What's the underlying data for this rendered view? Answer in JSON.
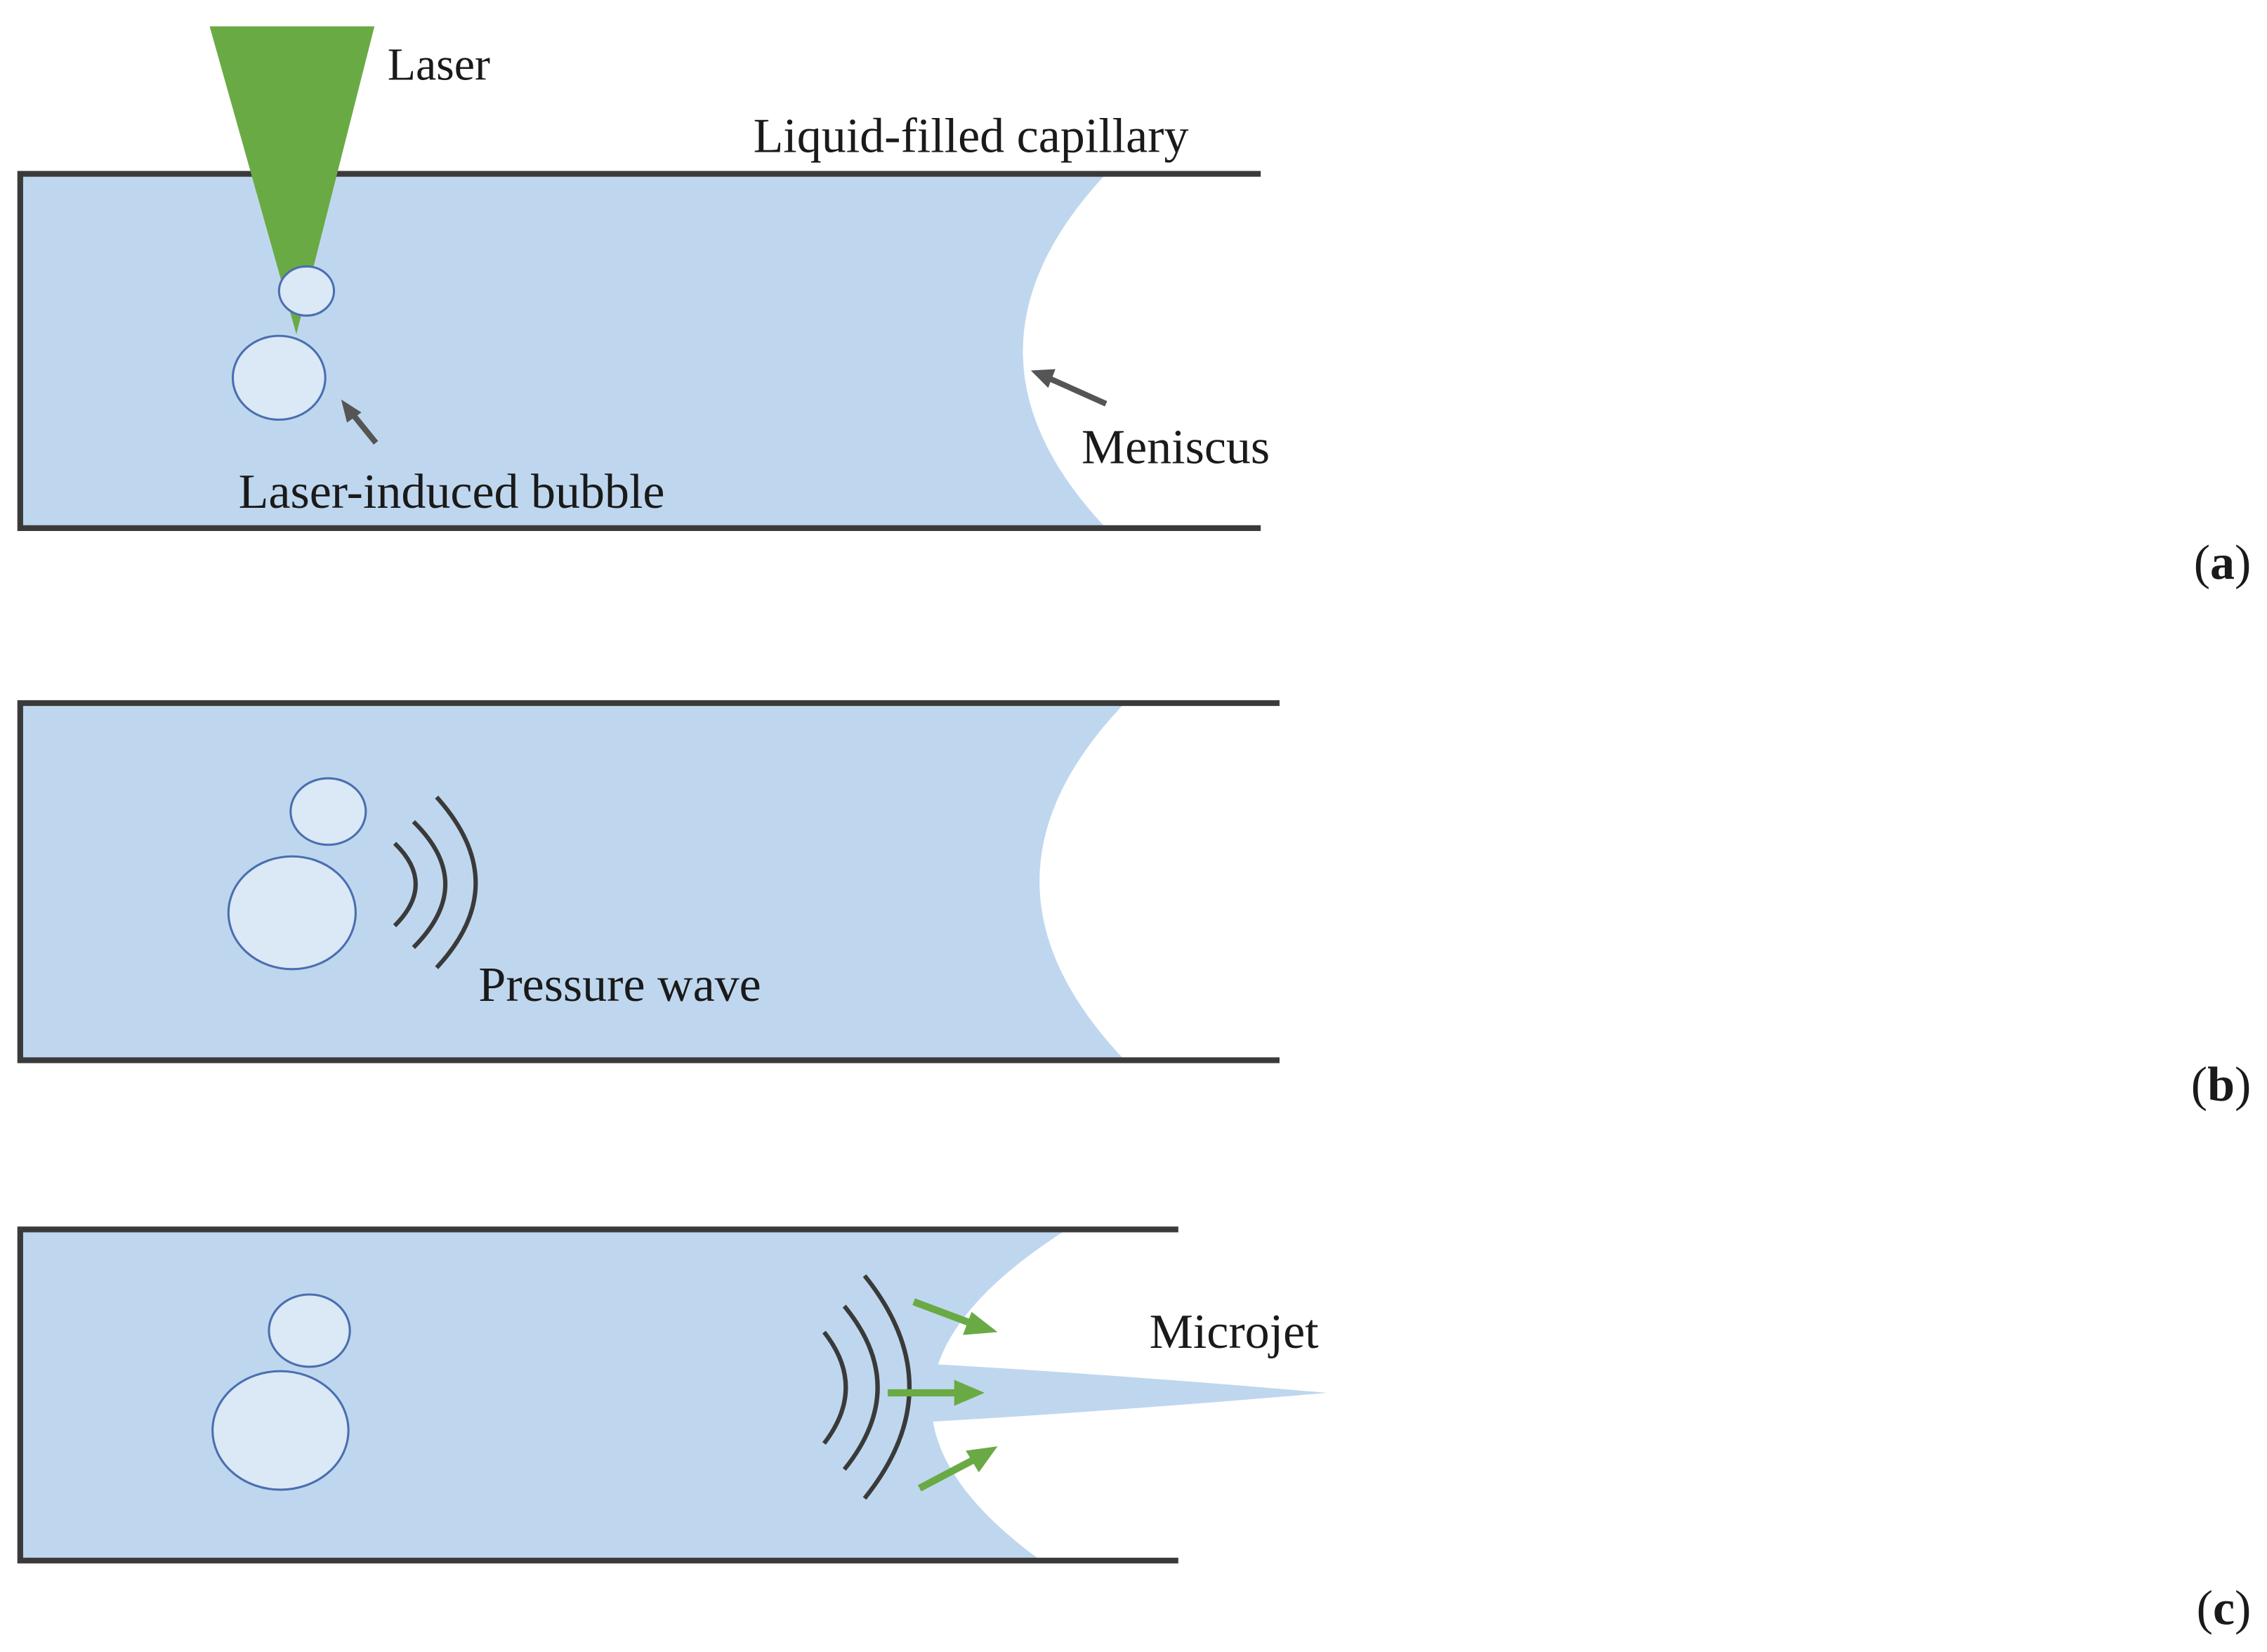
{
  "labels": {
    "laser": "Laser",
    "capillary": "Liquid-filled capillary",
    "bubble": "Laser-induced bubble",
    "meniscus": "Meniscus",
    "pressure_wave": "Pressure wave",
    "microjet": "Microjet"
  },
  "panels": {
    "a": "a",
    "b": "b",
    "c": "c"
  },
  "colors": {
    "liquid": "#bfd7ee",
    "wall": "#3a3a3a",
    "laser": "#6aaa45",
    "bubble_fill": "#dbe8f6",
    "bubble_stroke": "#4a6fb0",
    "arrow_gray": "#555555",
    "arrow_green": "#6aaa45",
    "wave": "#3a3a3a"
  }
}
